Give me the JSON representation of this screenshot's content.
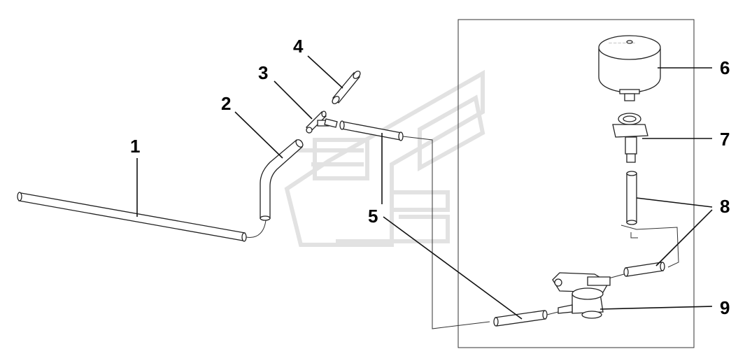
{
  "callouts": [
    {
      "id": "1",
      "text": "1"
    },
    {
      "id": "2",
      "text": "2"
    },
    {
      "id": "3",
      "text": "3"
    },
    {
      "id": "4",
      "text": "4"
    },
    {
      "id": "5",
      "text": "5"
    },
    {
      "id": "6",
      "text": "6"
    },
    {
      "id": "7",
      "text": "7"
    },
    {
      "id": "8",
      "text": "8"
    },
    {
      "id": "9",
      "text": "9"
    }
  ],
  "colors": {
    "line": "#222222",
    "label": "#000000",
    "watermark": "#e2e2e2",
    "background": "#ffffff"
  }
}
